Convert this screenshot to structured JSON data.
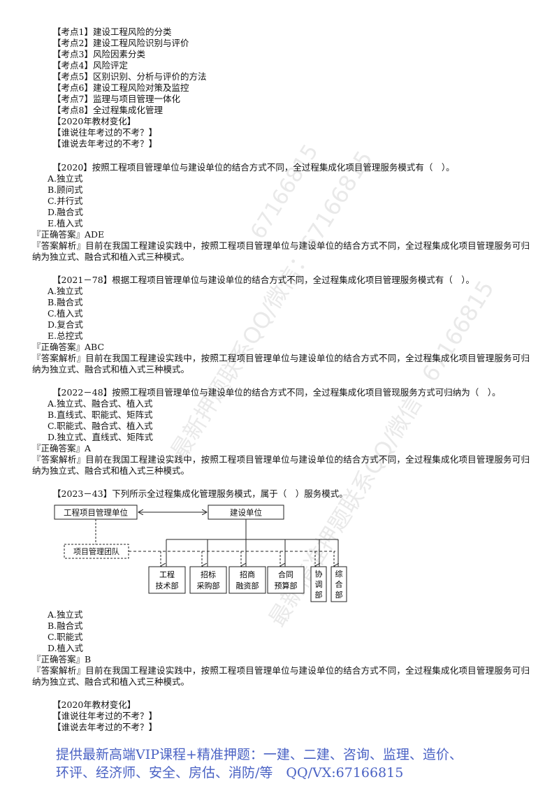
{
  "outline": [
    "【考点1】建设工程风险的分类",
    "【考点2】建设工程风险识别与评价",
    "【考点3】风险因素分类",
    "【考点4】风险评定",
    "【考点5】区别识别、分析与评价的方法",
    "【考点6】建设工程风险对策及监控",
    "【考点7】监理与项目管理一体化",
    "【考点8】全过程集成化管理",
    "【2020年教材变化】",
    "【谁说往年考过的不考？】",
    "【谁说去年考过的不考？】"
  ],
  "questions": [
    {
      "stem": "【2020】按照工程项目管理单位与建设单位的结合方式不同，全过程集成化项目管理服务模式有（　）。",
      "options": [
        "A.独立式",
        "B.顾问式",
        "C.并行式",
        "D.融合式",
        "E.植入式"
      ],
      "answer": "『正确答案』ADE",
      "analysis": "『答案解析』目前在我国工程建设实践中，按照工程项目管理单位与建设单位的结合方式不同，全过程集成化项目管理服务可归纳为独立式、融合式和植入式三种模式。"
    },
    {
      "stem": "【2021－78】根据工程项目管理单位与建设单位的结合方式不同，全过程集成化项目管理服务模式有（　）。",
      "options": [
        "A.独立式",
        "B.融合式",
        "C.植入式",
        "D.复合式",
        "E.总控式"
      ],
      "answer": "『正确答案』ABC",
      "analysis": "『答案解析』目前在我国工程建设实践中，按照工程项目管理单位与建设单位的结合方式不同，全过程集成化项目管理服务可归纳为独立式、融合式和植入式三种模式。"
    },
    {
      "stem": "【2022－48】按照工程项目管理单位与建设单位的结合方式不同，全过程集成化项目管现服务方式可归纳为（　）。",
      "options": [
        "A.独立式、融合式、植入式",
        "B.直线式、职能式、矩阵式",
        "C.职能式、融合式、植入式",
        "D.独立式、直线式、矩阵式"
      ],
      "answer": "『正确答案』A",
      "analysis": "『答案解析』目前在我国工程建设实践中，按照工程项目管理单位与建设单位的结合方式不同，全过程集成化项目管理服务可归纳为独立式、融合式和植入式三种模式。"
    },
    {
      "stem": "【2023－43】下列所示全过程集成化管理服务模式，属于（　）服务模式。",
      "options": [
        "A.独立式",
        "B.融合式",
        "C.职能式",
        "D.植入式"
      ],
      "answer": "『正确答案』B",
      "analysis": "『答案解析』目前在我国工程建设实践中，按照工程项目管理单位与建设单位的结合方式不同，全过程集成化项目管理服务可归纳为独立式、融合式和植入式三种模式。"
    }
  ],
  "diagram": {
    "pm_unit": "工程项目管理单位",
    "owner": "建设单位",
    "pm_team": "项目管理团队",
    "dept_tech": [
      "工程",
      "技术部"
    ],
    "dept_bid": [
      "招标",
      "采购部"
    ],
    "dept_invest": [
      "招商",
      "融资部"
    ],
    "dept_contract": [
      "合同",
      "预算部"
    ],
    "dept_coord": [
      "协",
      "调",
      "部"
    ],
    "dept_general": [
      "综",
      "合",
      "部"
    ]
  },
  "footer_outline": [
    "【2020年教材变化】",
    "【谁说往年考过的不考？】",
    "【谁说去年考过的不考？】"
  ],
  "watermarks": [
    "67166815",
    "最新押题联系QQ/微信：67166815",
    "最新精准押题联系QQ/微信：67166815"
  ],
  "promo": [
    "提供最新高端VIP课程+精准押题：一建、二建、咨询、监理、造价、",
    "环评、经济师、安全、房估、消防/等　QQ/VX:67166815"
  ]
}
